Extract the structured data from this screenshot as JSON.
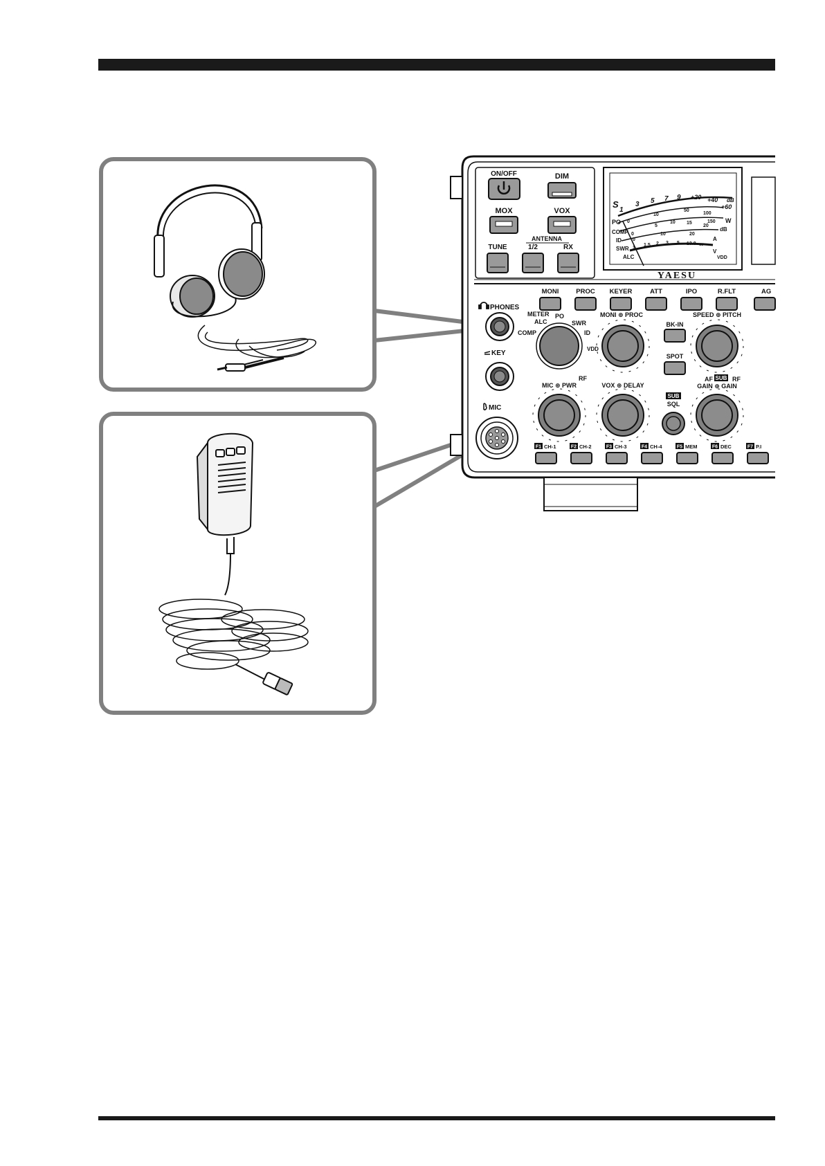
{
  "radio": {
    "brand": "YAESU",
    "buttons": {
      "on_off": "ON/OFF",
      "dim": "DIM",
      "mox": "MOX",
      "vox": "VOX",
      "tune": "TUNE",
      "antenna": "ANTENNA",
      "ant_12": "1/2",
      "rx": "RX",
      "moni": "MONI",
      "proc": "PROC",
      "keyer": "KEYER",
      "att": "ATT",
      "ipo": "IPO",
      "rflt": "R.FLT",
      "agc": "AG",
      "bkin": "BK-IN",
      "spot": "SPOT"
    },
    "jacks": {
      "phones": "PHONES",
      "key": "KEY",
      "mic": "MIC"
    },
    "knobs": {
      "meter": "METER",
      "alc": "ALC",
      "po": "PO",
      "swr": "SWR",
      "comp": "COMP",
      "id": "ID",
      "vdd": "VDD",
      "moni": "MONI",
      "proc": "PROC",
      "speed": "SPEED",
      "pitch": "PITCH",
      "mic": "MIC",
      "rf": "RF",
      "pwr": "PWR",
      "vox": "VOX",
      "delay": "DELAY",
      "sub": "SUB",
      "sql": "SQL",
      "af": "AF",
      "gain": "GAIN",
      "rf2": "RF",
      "gain2": "GAIN"
    },
    "function_keys": [
      {
        "key": "F1",
        "label": "CH-1"
      },
      {
        "key": "F2",
        "label": "CH-2"
      },
      {
        "key": "F3",
        "label": "CH-3"
      },
      {
        "key": "F4",
        "label": "CH-4"
      },
      {
        "key": "F5",
        "label": "MEM"
      },
      {
        "key": "F6",
        "label": "DEC"
      },
      {
        "key": "F7",
        "label": "P.I"
      }
    ],
    "meter": {
      "s_label": "S",
      "s_ticks": [
        "1",
        "3",
        "5",
        "7",
        "9",
        "+20",
        "+40",
        "+60"
      ],
      "db": "dB",
      "po": "PO",
      "po_ticks": [
        "0",
        "10",
        "50",
        "100",
        "150"
      ],
      "w": "W",
      "comp": "COMP",
      "comp_ticks": [
        "0",
        "5",
        "10",
        "15",
        "20"
      ],
      "db2": "dB",
      "id": "ID",
      "id_ticks": [
        "0",
        "10",
        "20"
      ],
      "a": "A",
      "swr": "SWR",
      "swr_ticks": [
        "1",
        "1.5",
        "2",
        "3",
        "5",
        "13.8",
        "∞"
      ],
      "alc": "ALC",
      "v": "V",
      "vdd": "VDD"
    }
  }
}
